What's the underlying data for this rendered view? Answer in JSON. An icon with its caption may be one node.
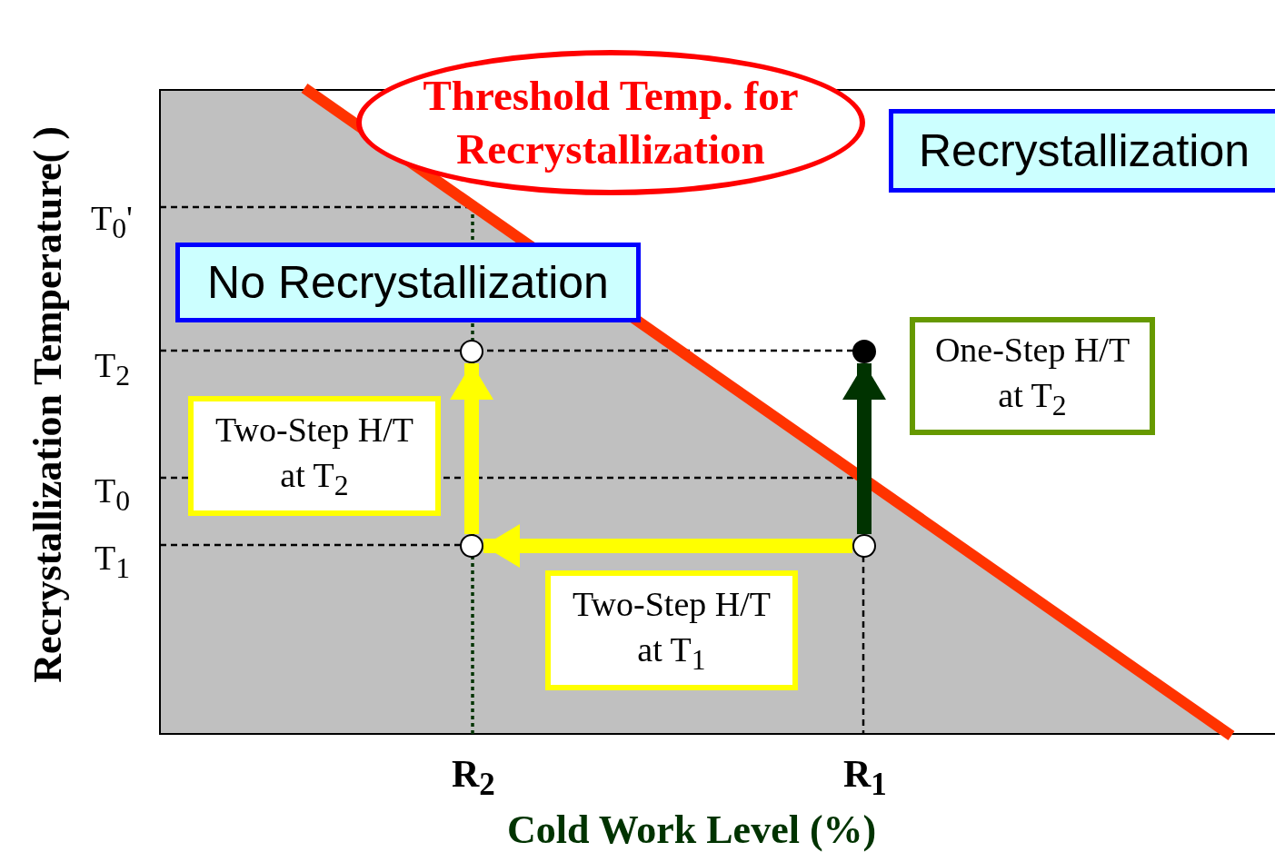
{
  "diagram": {
    "nodes": [
      {
        "text": [
          "Threshold Temp. for Recrystallization"
        ]
      },
      {
        "text": [
          "Recrystallization"
        ]
      },
      {
        "text": [
          "No Recrystallization"
        ]
      },
      {
        "text": [],
        "shape": "circle"
      },
      {
        "text": [
          "One-Step H/T at T$_{2}$"
        ]
      },
      {
        "text": [],
        "shape": "circle"
      },
      {
        "text": [
          "Two-Step H/T at T$_{2}$"
        ]
      },
      {
        "text": [],
        "shape": "circle"
      },
      {
        "text": [],
        "shape": "circle"
      },
      {
        "text": [
          "Two-Step H/T at T$_{1}$"
        ]
      }
    ],
    "edges": [
      {
        "from": 8,
        "to": 7,
        "arrow": "to",
        "color": "#ffff00"
      },
      {
        "from": 7,
        "to": 3,
        "arrow": "to",
        "color": "#ffff00"
      },
      {
        "from": 8,
        "to": 5,
        "arrow": "to",
        "color": "#003300"
      }
    ],
    "labels": [
      "Recrystallization Temperature( )",
      "T$_{0}$'",
      "T$_{2}$",
      "T$_{0}$",
      "T$_{1}$",
      "R$_{2}$",
      "R$_{1}$",
      "Cold Work Level (%)"
    ]
  }
}
